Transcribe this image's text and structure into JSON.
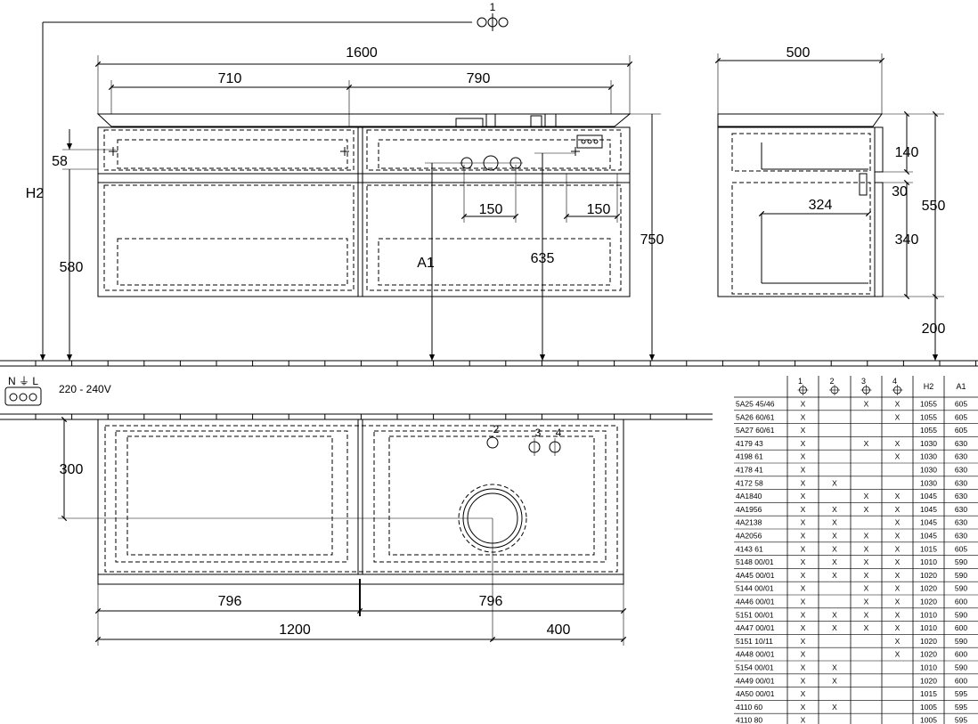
{
  "front_view": {
    "dims": {
      "width_total": "1600",
      "width_left": "710",
      "width_right": "790",
      "h2": "H2",
      "d58": "58",
      "d580": "580",
      "d150a": "150",
      "d150b": "150",
      "a1": "A1",
      "d635": "635",
      "d750": "750"
    },
    "callout_1": "1"
  },
  "side_view": {
    "dims": {
      "width": "500",
      "d140": "140",
      "d30": "30",
      "d324": "324",
      "d340": "340",
      "d550": "550",
      "d200": "200"
    }
  },
  "electrical": {
    "symbol_label": "N ⏚ L",
    "voltage": "220 - 240V"
  },
  "top_view": {
    "dims": {
      "d300": "300",
      "d796a": "796",
      "d796b": "796",
      "d1200": "1200",
      "d400": "400"
    },
    "callouts": [
      "2",
      "3",
      "4"
    ]
  },
  "table": {
    "headers": [
      "",
      "1",
      "2",
      "3",
      "4",
      "H2",
      "A1"
    ],
    "rows": [
      [
        "5A25 45/46",
        "X",
        "",
        "X",
        "X",
        "1055",
        "605"
      ],
      [
        "5A26 60/61",
        "X",
        "",
        "",
        "X",
        "1055",
        "605"
      ],
      [
        "5A27 60/61",
        "X",
        "",
        "",
        "",
        "1055",
        "605"
      ],
      [
        "4179 43",
        "X",
        "",
        "X",
        "X",
        "1030",
        "630"
      ],
      [
        "4198 61",
        "X",
        "",
        "",
        "X",
        "1030",
        "630"
      ],
      [
        "4178 41",
        "X",
        "",
        "",
        "",
        "1030",
        "630"
      ],
      [
        "4172 58",
        "X",
        "X",
        "",
        "",
        "1030",
        "630"
      ],
      [
        "4A1840",
        "X",
        "",
        "X",
        "X",
        "1045",
        "630"
      ],
      [
        "4A1956",
        "X",
        "X",
        "X",
        "X",
        "1045",
        "630"
      ],
      [
        "4A2138",
        "X",
        "X",
        "",
        "X",
        "1045",
        "630"
      ],
      [
        "4A2056",
        "X",
        "X",
        "X",
        "X",
        "1045",
        "630"
      ],
      [
        "4143 61",
        "X",
        "X",
        "X",
        "X",
        "1015",
        "605"
      ],
      [
        "5148 00/01",
        "X",
        "X",
        "X",
        "X",
        "1010",
        "590"
      ],
      [
        "4A45 00/01",
        "X",
        "X",
        "X",
        "X",
        "1020",
        "590"
      ],
      [
        "5144 00/01",
        "X",
        "",
        "X",
        "X",
        "1020",
        "590"
      ],
      [
        "4A46 00/01",
        "X",
        "",
        "X",
        "X",
        "1020",
        "600"
      ],
      [
        "5151 00/01",
        "X",
        "X",
        "X",
        "X",
        "1010",
        "590"
      ],
      [
        "4A47 00/01",
        "X",
        "X",
        "X",
        "X",
        "1010",
        "600"
      ],
      [
        "5151 10/11",
        "X",
        "",
        "",
        "X",
        "1020",
        "590"
      ],
      [
        "4A48 00/01",
        "X",
        "",
        "",
        "X",
        "1020",
        "600"
      ],
      [
        "5154 00/01",
        "X",
        "X",
        "",
        "",
        "1010",
        "590"
      ],
      [
        "4A49 00/01",
        "X",
        "X",
        "",
        "",
        "1020",
        "600"
      ],
      [
        "4A50 00/01",
        "X",
        "",
        "",
        "",
        "1015",
        "595"
      ],
      [
        "4110 60",
        "X",
        "X",
        "",
        "",
        "1005",
        "595"
      ],
      [
        "4110 80",
        "X",
        "",
        "",
        "",
        "1005",
        "595"
      ]
    ]
  }
}
